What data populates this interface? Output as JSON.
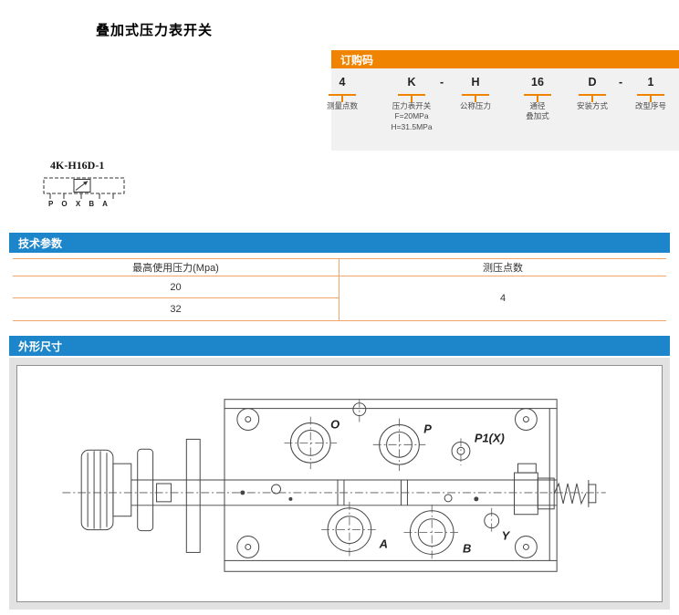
{
  "page": {
    "title": "叠加式压力表开关"
  },
  "order_code": {
    "header": "订购码",
    "dash": "-",
    "segments": [
      {
        "code": "4",
        "lines": [
          "测量点数"
        ]
      },
      {
        "code": "K",
        "lines": [
          "压力表开关",
          "F=20MPa",
          "H=31.5MPa"
        ]
      },
      {
        "code": "H",
        "lines": [
          "公称压力"
        ]
      },
      {
        "code": "16",
        "lines": [
          "通径",
          "叠加式"
        ]
      },
      {
        "code": "D",
        "lines": [
          "安装方式"
        ]
      },
      {
        "code": "1",
        "lines": [
          "改型序号"
        ]
      }
    ]
  },
  "model": {
    "name": "4K-H16D-1",
    "ports": "P O X B A"
  },
  "tech": {
    "header": "技术参数",
    "columns": [
      "最高使用压力(Mpa)",
      "测压点数"
    ],
    "pressure_values": [
      "20",
      "32"
    ],
    "points_value": "4"
  },
  "outline": {
    "header": "外形尺寸",
    "port_labels": {
      "o": "O",
      "p": "P",
      "p1": "P1(X)",
      "a": "A",
      "b": "B",
      "y": "Y"
    }
  },
  "colors": {
    "orange": "#f08300",
    "blue": "#1d85ca",
    "table_line": "#f0a56b"
  }
}
